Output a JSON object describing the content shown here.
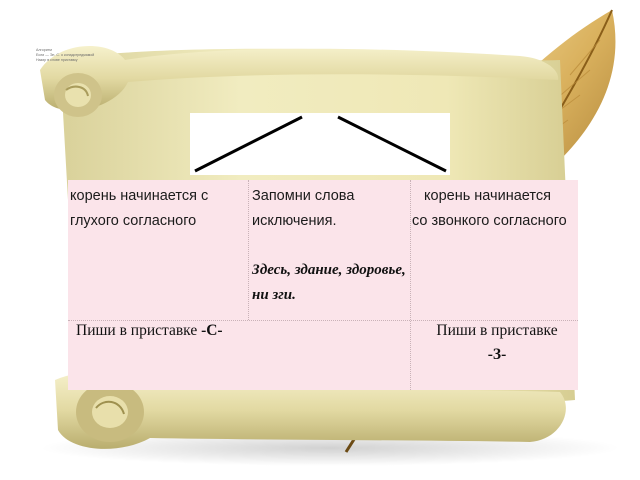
{
  "slide": {
    "tiny_note": [
      "Алгоритм",
      "Если — Эл. С. о конадотредмамой",
      "Назир в слове приставку"
    ]
  },
  "table": {
    "left_header": "корень начинается с глухого согласного",
    "middle_header": "Запомни слова исключения.",
    "right_header_line1": "корень начинается",
    "right_header_line2": "со звонкого согласного",
    "exception_words": "Здесь, здание, здоровье, ни зги.",
    "left_rule_text": "Пиши в приставке ",
    "left_rule_letter": "-С-",
    "right_rule_text": "Пиши в приставке ",
    "right_rule_letter": "-З-"
  },
  "colors": {
    "table_background": "#fbe4ea",
    "scroll_parchment": "#ece7b3",
    "feather_gold": "#c79a3a"
  },
  "icons": [
    "parchment-scroll",
    "quill-feather",
    "branch-lines"
  ]
}
